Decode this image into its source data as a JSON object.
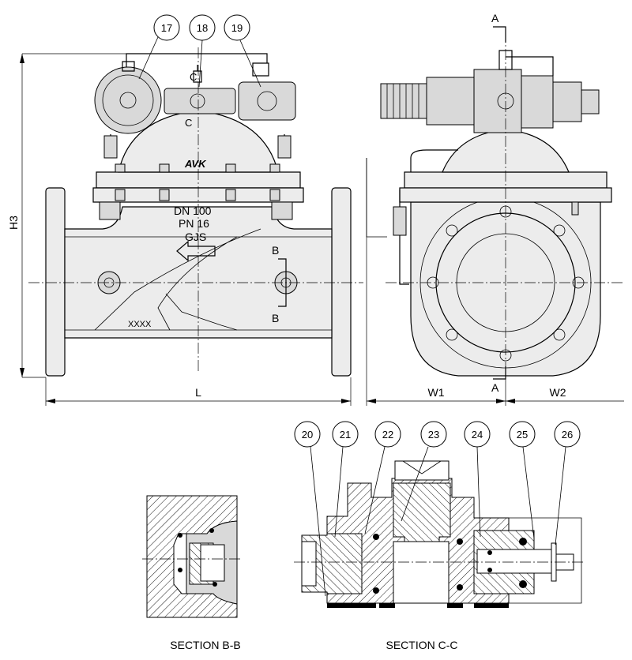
{
  "balloons_top": [
    "17",
    "18",
    "19"
  ],
  "balloons_bottom": [
    "20",
    "21",
    "22",
    "23",
    "24",
    "25",
    "26"
  ],
  "body_marks": {
    "logo": "AVK",
    "dn": "DN 100",
    "pn": "PN 16",
    "material": "GJS",
    "cast_mark": "XXXX"
  },
  "section_markers": {
    "a": "A",
    "b": "B",
    "c": "C"
  },
  "dimensions": {
    "height": "H3",
    "length": "L",
    "width_1": "W1",
    "width_2": "W2"
  },
  "section_titles": {
    "b_b": "SECTION B-B",
    "c_c": "SECTION C-C"
  },
  "colors": {
    "line": "#000000",
    "body_fill": "#ececec",
    "part_fill": "#d9d9d9",
    "hatch": "#000000"
  }
}
